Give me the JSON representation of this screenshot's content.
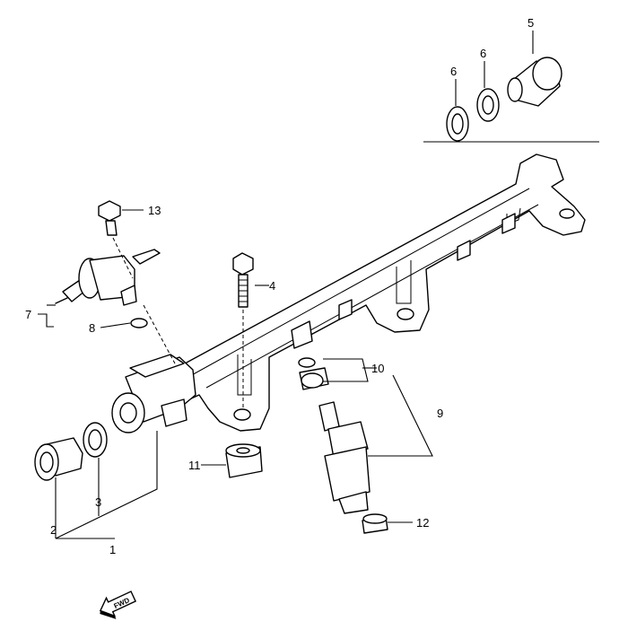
{
  "callouts": [
    "1",
    "2",
    "3",
    "4",
    "5",
    "6",
    "6",
    "7",
    "8",
    "9",
    "10",
    "11",
    "12",
    "13"
  ],
  "fwd_label": "FWD"
}
